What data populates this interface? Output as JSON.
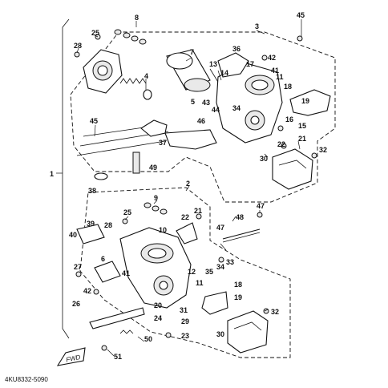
{
  "diagram": {
    "reference_code": "4KU8332-5090",
    "direction_marker": "FWD",
    "callouts": [
      "1",
      "2",
      "3",
      "4",
      "5",
      "6",
      "7",
      "8",
      "9",
      "10",
      "11",
      "12",
      "13",
      "14",
      "15",
      "16",
      "17",
      "18",
      "19",
      "20",
      "21",
      "22",
      "23",
      "24",
      "25",
      "26",
      "27",
      "28",
      "29",
      "30",
      "31",
      "32",
      "33",
      "34",
      "35",
      "36",
      "37",
      "38",
      "39",
      "40",
      "41",
      "42",
      "43",
      "44",
      "45",
      "46",
      "47",
      "48",
      "49",
      "50",
      "51"
    ]
  }
}
